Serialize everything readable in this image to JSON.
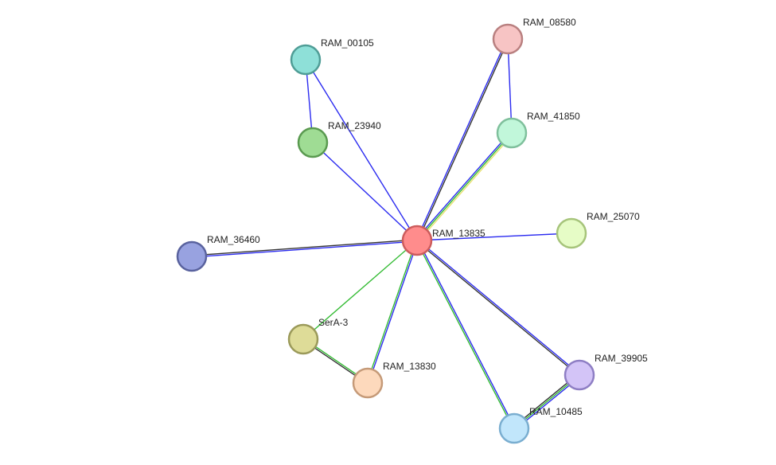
{
  "network": {
    "nodes": [
      {
        "id": "RAM_13835",
        "label": "RAM_13835",
        "color": "#ff8c8c",
        "stroke": "#cc5c5c"
      },
      {
        "id": "RAM_00105",
        "label": "RAM_00105",
        "color": "#8ee0d8",
        "stroke": "#4f9d96"
      },
      {
        "id": "RAM_23940",
        "label": "RAM_23940",
        "color": "#9fdc94",
        "stroke": "#5a9a50"
      },
      {
        "id": "RAM_08580",
        "label": "RAM_08580",
        "color": "#f7c4c4",
        "stroke": "#b98080"
      },
      {
        "id": "RAM_41850",
        "label": "RAM_41850",
        "color": "#c1f7da",
        "stroke": "#7fc09c"
      },
      {
        "id": "RAM_25070",
        "label": "RAM_25070",
        "color": "#e6fcc6",
        "stroke": "#a6c47a"
      },
      {
        "id": "RAM_36460",
        "label": "RAM_36460",
        "color": "#98a2e0",
        "stroke": "#59629e"
      },
      {
        "id": "SerA-3",
        "label": "SerA-3",
        "color": "#dedc98",
        "stroke": "#9b9a5a"
      },
      {
        "id": "RAM_13830",
        "label": "RAM_13830",
        "color": "#fdd9bc",
        "stroke": "#c59a78"
      },
      {
        "id": "RAM_39905",
        "label": "RAM_39905",
        "color": "#d3c4f7",
        "stroke": "#8e7ec4"
      },
      {
        "id": "RAM_10485",
        "label": "RAM_10485",
        "color": "#c1e6fb",
        "stroke": "#7aaed0"
      }
    ],
    "edges": [
      {
        "source": "RAM_13835",
        "target": "RAM_00105",
        "colors": [
          "#2b2bf0"
        ]
      },
      {
        "source": "RAM_13835",
        "target": "RAM_23940",
        "colors": [
          "#2b2bf0"
        ]
      },
      {
        "source": "RAM_00105",
        "target": "RAM_23940",
        "colors": [
          "#2b2bf0"
        ]
      },
      {
        "source": "RAM_13835",
        "target": "RAM_08580",
        "colors": [
          "#2b2bf0",
          "#333333"
        ]
      },
      {
        "source": "RAM_08580",
        "target": "RAM_41850",
        "colors": [
          "#2b2bf0"
        ]
      },
      {
        "source": "RAM_13835",
        "target": "RAM_41850",
        "colors": [
          "#2b2bf0",
          "#33bb33",
          "#e8e070"
        ]
      },
      {
        "source": "RAM_13835",
        "target": "RAM_25070",
        "colors": [
          "#2b2bf0"
        ]
      },
      {
        "source": "RAM_13835",
        "target": "RAM_36460",
        "colors": [
          "#2b2bf0",
          "#333333"
        ]
      },
      {
        "source": "RAM_13835",
        "target": "SerA-3",
        "colors": [
          "#33bb33"
        ]
      },
      {
        "source": "RAM_13835",
        "target": "RAM_13830",
        "colors": [
          "#2b2bf0",
          "#33bb33"
        ]
      },
      {
        "source": "SerA-3",
        "target": "RAM_13830",
        "colors": [
          "#33bb33",
          "#333333"
        ]
      },
      {
        "source": "RAM_13835",
        "target": "RAM_39905",
        "colors": [
          "#2b2bf0",
          "#333333"
        ]
      },
      {
        "source": "RAM_13835",
        "target": "RAM_10485",
        "colors": [
          "#2b2bf0",
          "#33bb33"
        ]
      },
      {
        "source": "RAM_39905",
        "target": "RAM_10485",
        "colors": [
          "#2b2bf0",
          "#33bb33",
          "#333333"
        ]
      }
    ]
  }
}
